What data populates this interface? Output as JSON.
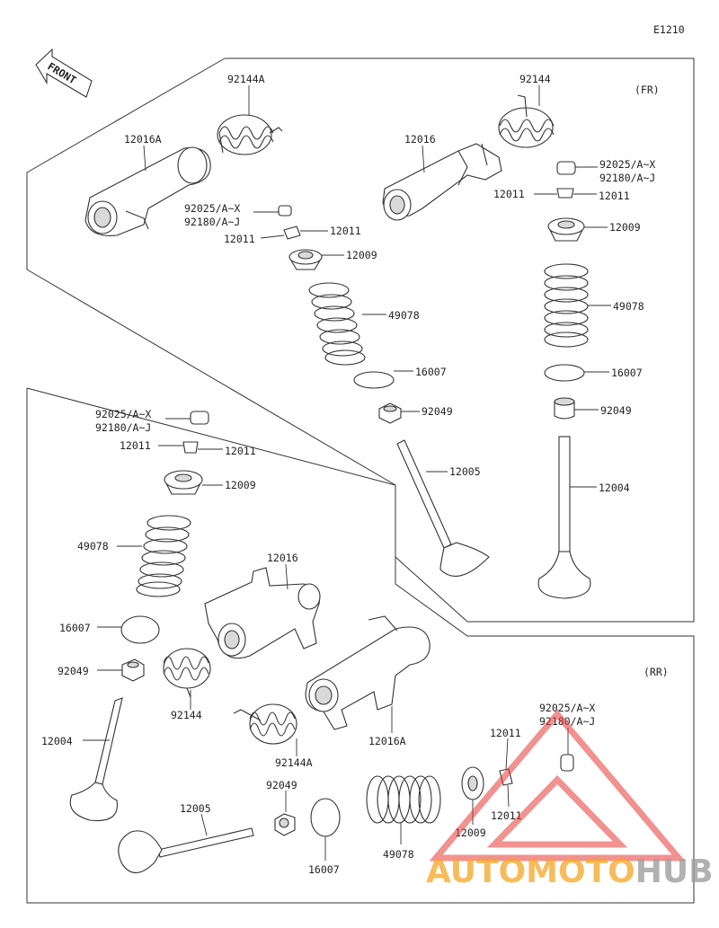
{
  "diagram_code": "E1210",
  "front_label": "FRONT",
  "sections": {
    "front": "(FR)",
    "rear": "(RR)"
  },
  "labels": {
    "fr_92144A": "92144A",
    "fr_12016A": "12016A",
    "fr_92025_a": "92025/A~X",
    "fr_92180_a": "92180/A~J",
    "fr_12011_a1": "12011",
    "fr_12011_a2": "12011",
    "fr_12009_a": "12009",
    "fr_49078_a": "49078",
    "fr_16007_a": "16007",
    "fr_92049_a": "92049",
    "fr_12005": "12005",
    "fr_92144": "92144",
    "fr_12016": "12016",
    "fr_92025_b": "92025/A~X",
    "fr_92180_b": "92180/A~J",
    "fr_12011_b1": "12011",
    "fr_12011_b2": "12011",
    "fr_12009_b": "12009",
    "fr_49078_b": "49078",
    "fr_16007_b": "16007",
    "fr_92049_b": "92049",
    "fr_12004": "12004",
    "rr_92025_a": "92025/A~X",
    "rr_92180_a": "92180/A~J",
    "rr_12011_a1": "12011",
    "rr_12011_a2": "12011",
    "rr_12009_a": "12009",
    "rr_49078_a": "49078",
    "rr_12016": "12016",
    "rr_16007_a": "16007",
    "rr_92049_a": "92049",
    "rr_92144": "92144",
    "rr_12004": "12004",
    "rr_92144A": "92144A",
    "rr_12016A": "12016A",
    "rr_92025_b": "92025/A~X",
    "rr_92180_b": "92180/A~J",
    "rr_12011_b1": "12011",
    "rr_12011_b2": "12011",
    "rr_92049_b": "92049",
    "rr_12005": "12005",
    "rr_49078_b": "49078",
    "rr_12009_b": "12009",
    "rr_16007_b": "16007"
  },
  "watermark": {
    "part1": "AUTOMOTO",
    "part2": "HUB",
    "color1": "#f5a623",
    "color2": "#9e9e9e",
    "triangle_color": "#e53935"
  }
}
